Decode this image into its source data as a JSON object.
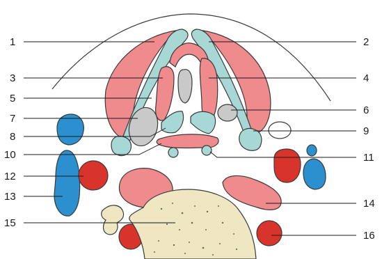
{
  "figure": {
    "type": "anatomical cross-section diagram",
    "colors": {
      "muscle": "#ef8b8d",
      "muscle_dark": "#d96a6e",
      "cartilage": "#a8d8d6",
      "arytenoid": "#c9c9c9",
      "artery": "#d9342b",
      "vein": "#2b8fd0",
      "bone": "#efe6c2",
      "outline": "#3a3a3a"
    },
    "labels": [
      {
        "id": "1",
        "text": "1"
      },
      {
        "id": "2",
        "text": "2"
      },
      {
        "id": "3",
        "text": "3"
      },
      {
        "id": "4",
        "text": "4"
      },
      {
        "id": "5",
        "text": "5"
      },
      {
        "id": "6",
        "text": "6"
      },
      {
        "id": "7",
        "text": "7"
      },
      {
        "id": "8",
        "text": "8"
      },
      {
        "id": "9",
        "text": "9"
      },
      {
        "id": "10",
        "text": "10"
      },
      {
        "id": "11",
        "text": "11"
      },
      {
        "id": "12",
        "text": "12"
      },
      {
        "id": "13",
        "text": "13"
      },
      {
        "id": "14",
        "text": "14"
      },
      {
        "id": "15",
        "text": "15"
      },
      {
        "id": "16",
        "text": "16"
      }
    ]
  }
}
